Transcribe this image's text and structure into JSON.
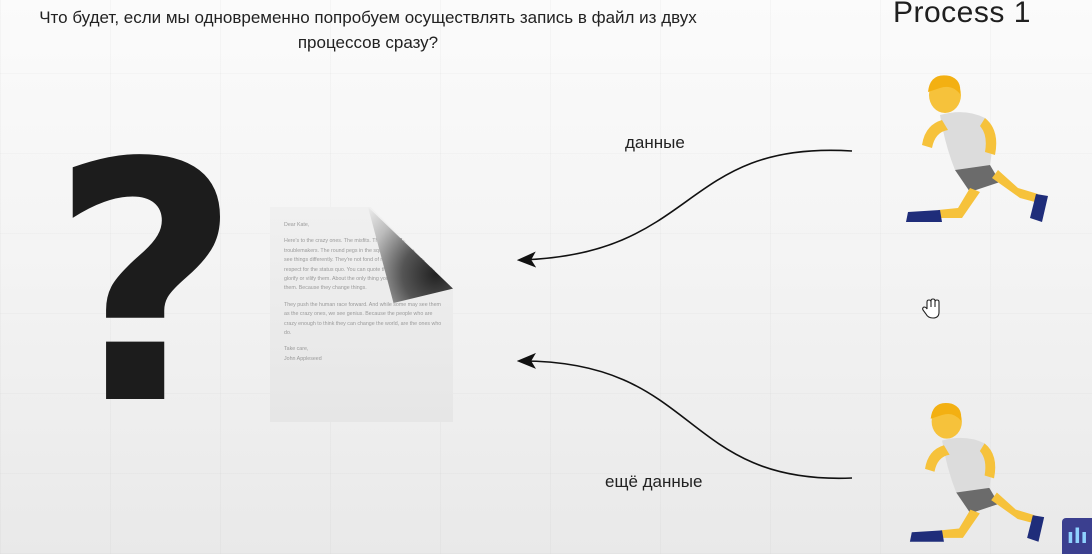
{
  "slide": {
    "question": "Что будет, если мы одновременно попробуем осуществлять запись в файл из двух процессов сразу?",
    "process_label": "Process 1",
    "question_mark": "?",
    "arrow_top_label": "данные",
    "arrow_bottom_label": "ещё данные",
    "document_text": [
      "Dear Kate,",
      "Here's to the crazy ones. The misfits. The rebels. The troublemakers. The round pegs in the square holes. The ones who see things differently. They're not fond of rules. And they have no respect for the status quo. You can quote them, disagree with them, glorify or vilify them. About the only thing you can't do is ignore them. Because they change things.",
      "They push the human race forward. And while some may see them as the crazy ones, we see genius. Because the people who are crazy enough to think they can change the world, are the ones who do.",
      "Take care,",
      "John Appleseed"
    ],
    "icons": {
      "top_runner": "running-person-icon",
      "bottom_runner": "running-person-icon",
      "document": "document-icon",
      "cursor": "hand-cursor-icon",
      "logo": "channel-logo-icon"
    },
    "logo_text": "ılı"
  }
}
